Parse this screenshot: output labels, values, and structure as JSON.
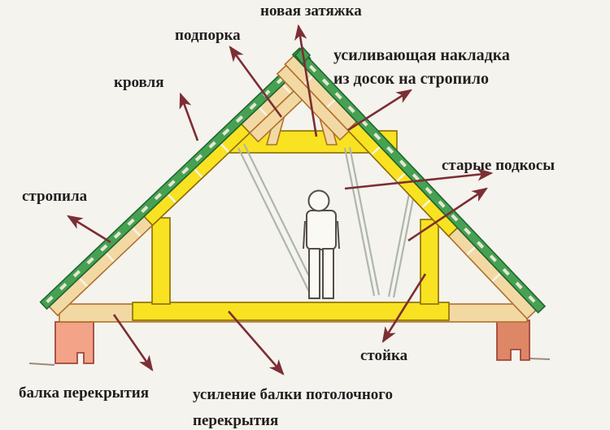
{
  "diagram": {
    "description": "attic-roof-truss-reinforcement-scheme",
    "labels": {
      "new_tie": "новая затяжка",
      "prop": "подпорка",
      "overlay": [
        "усиливающая накладка",
        "из досок на стропило"
      ],
      "roofing": "кровля",
      "old_struts": "старые подкосы",
      "rafters": "стропила",
      "post": "стойка",
      "floor_beam": "балка перекрытия",
      "beam_reinforcement": [
        "усиление балки потолочного",
        "перекрытия"
      ]
    },
    "colors": {
      "roofing_green": "#46a152",
      "wood_yellow": "#f9e222",
      "wood_tan": "#f2d9a4",
      "wall_salmon": "#f2a388",
      "wall_salmon_dark": "#dd8767",
      "arrow_maroon": "#7c2e35",
      "strut_grey": "#aeb7ac",
      "text_color": "#231e1e",
      "background": "#f5f3ee"
    }
  }
}
